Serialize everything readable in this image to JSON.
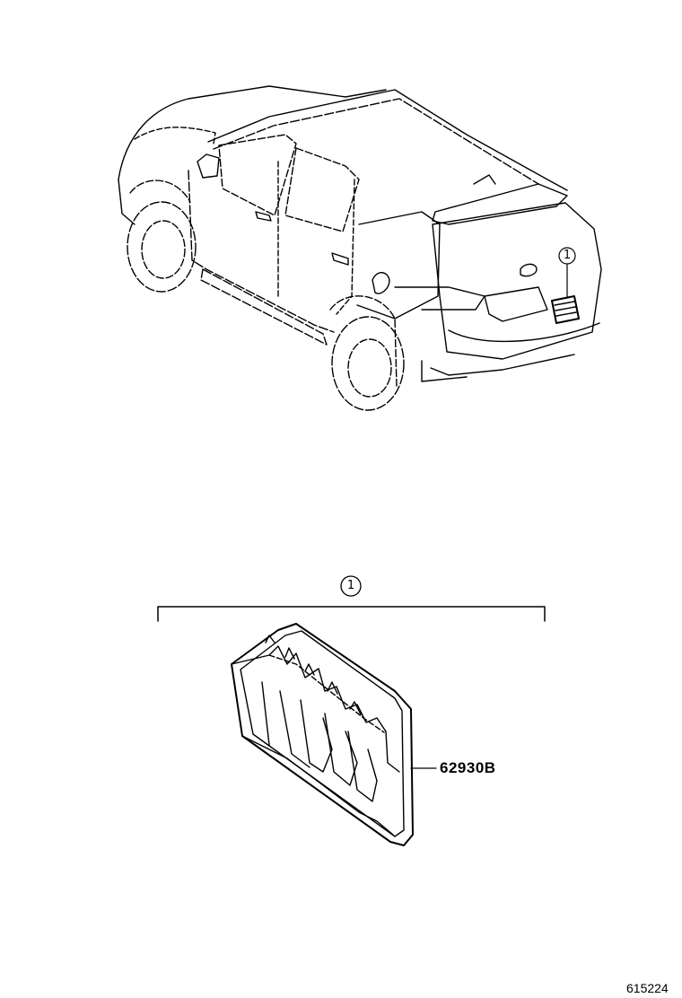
{
  "callout": {
    "marker": "1"
  },
  "part": {
    "number": "62930B"
  },
  "figure": {
    "id": "615224"
  }
}
